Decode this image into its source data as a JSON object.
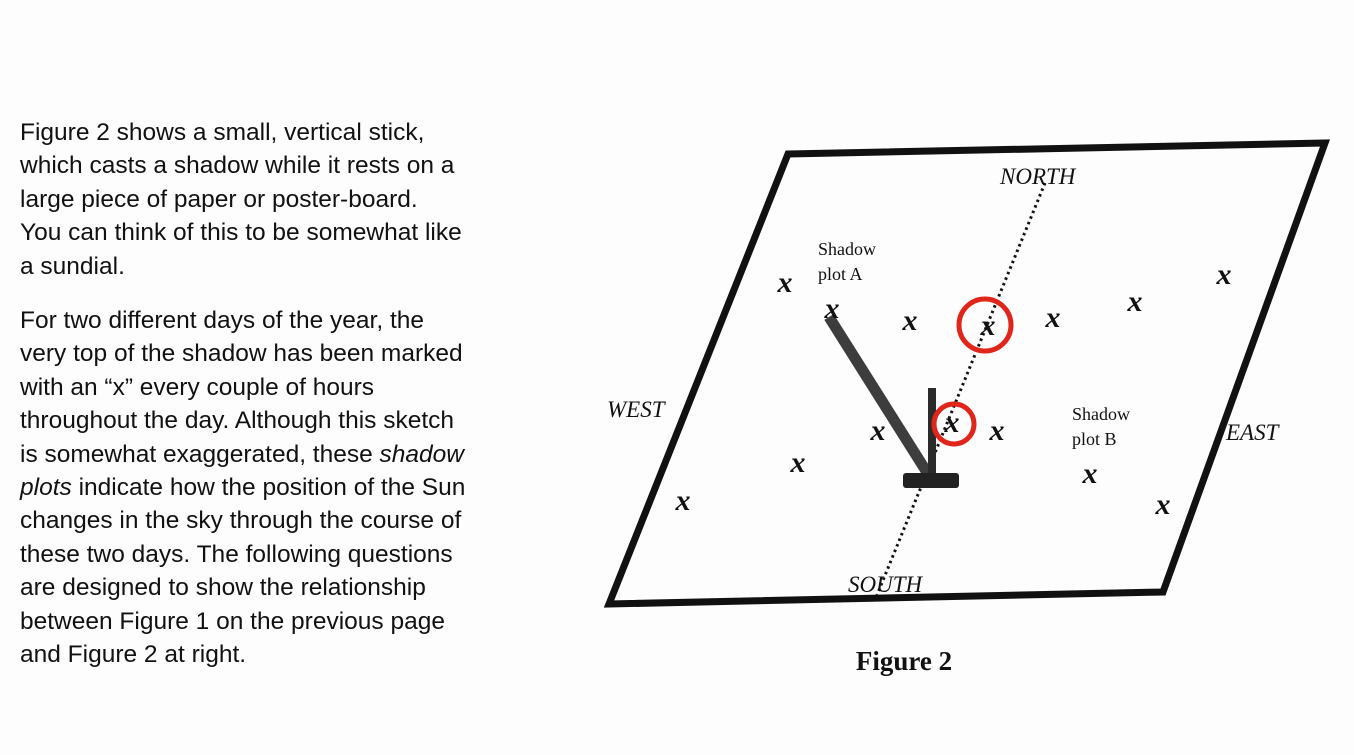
{
  "paragraph1_lines": [
    "Figure 2 shows a small, vertical stick,",
    "which casts a shadow while it rests on a",
    "large piece of paper or poster-board.",
    "You can think of this to be somewhat like",
    "a sundial."
  ],
  "paragraph2": {
    "line1": "For two different days of the year, the",
    "line2": "very top of the shadow has been marked",
    "line3": "with an “x” every couple of hours",
    "line4": "throughout the day.  Although this sketch",
    "line5": "is somewhat exaggerated, these ",
    "line5_italic": "shadow",
    "line6_italic": "plots",
    "line6": " indicate how the position of the Sun",
    "line7": "changes in the sky through the course of",
    "line8": "these two days.  The following questions",
    "line9": "are designed to show the relationship",
    "line10": "between Figure 1 on the previous page",
    "line11": "and Figure 2 at right."
  },
  "figure": {
    "caption": "Figure 2",
    "label_north": "NORTH",
    "label_south": "SOUTH",
    "label_west": "WEST",
    "label_east": "EAST",
    "shadow_plot_a_line1": "Shadow",
    "shadow_plot_a_line2": "plot A",
    "shadow_plot_b_line1": "Shadow",
    "shadow_plot_b_line2": "plot B",
    "mark_glyph": "x",
    "highlight_color": "#e0251b"
  }
}
